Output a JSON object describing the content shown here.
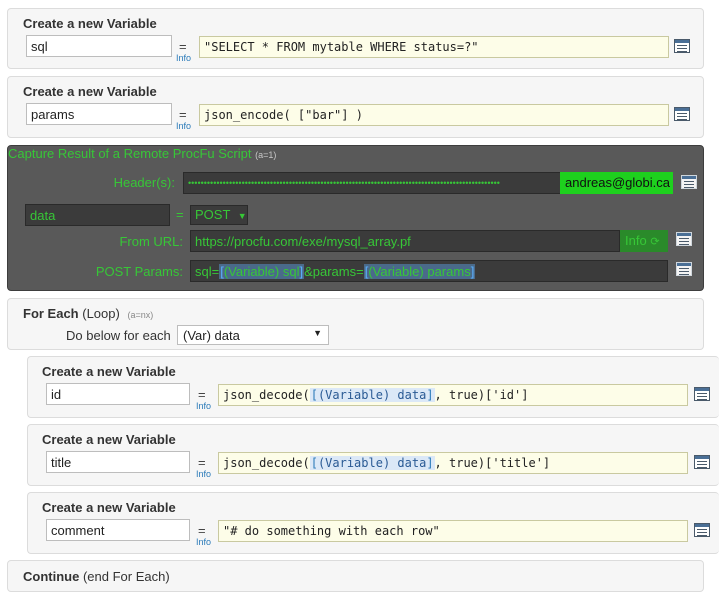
{
  "blocks": {
    "sql": {
      "title": "Create a new Variable",
      "name_value": "sql",
      "equals": "=",
      "info": "Info",
      "expr": "\"SELECT * FROM mytable WHERE status=?\""
    },
    "params": {
      "title": "Create a new Variable",
      "name_value": "params",
      "equals": "=",
      "info": "Info",
      "expr": "json_encode( [\"bar\"] )"
    },
    "capture": {
      "title": "Capture Result of a Remote ProcFu Script",
      "subtitle": "(a=1)",
      "headers_label": "Header(s):",
      "headers_masked": "•••••••••••••••••••••••••••••••••••••••••••••••••••••••••••••••••••••••••••••••••••••••••••••••••••",
      "headers_user": "andreas@globi.ca",
      "result_var": "data",
      "equals": "=",
      "method": "POST",
      "from_url_label": "From URL:",
      "from_url": "https://procfu.com/exe/mysql_array.pf",
      "info_btn": "Info",
      "post_params_label": "POST Params:",
      "post_params": {
        "p1": "sql=",
        "chip1": "(Variable) sql",
        "p2": "&params=",
        "chip2": "(Variable) params"
      }
    },
    "foreach": {
      "title": "For Each",
      "title_suffix": "(Loop)",
      "subtitle": "(a=nx)",
      "do_label": "Do below for each",
      "select_value": "(Var) data"
    },
    "id": {
      "title": "Create a new Variable",
      "name_value": "id",
      "equals": "=",
      "info": "Info",
      "expr_prefix": "json_decode(",
      "chip": "(Variable) data",
      "expr_suffix": ", true)['id']"
    },
    "title_var": {
      "title": "Create a new Variable",
      "name_value": "title",
      "equals": "=",
      "info": "Info",
      "expr_prefix": "json_decode(",
      "chip": "(Variable) data",
      "expr_suffix": ", true)['title']"
    },
    "comment": {
      "title": "Create a new Variable",
      "name_value": "comment",
      "equals": "=",
      "info": "Info",
      "expr": "\"# do something with each row\""
    },
    "continue": {
      "title": "Continue",
      "suffix": "(end For Each)"
    }
  },
  "colors": {
    "green": "#37c737",
    "dark_bg": "#595959",
    "chip_bg": "#dbe8f7",
    "expr_bg": "#fdfde8"
  },
  "icons": [
    "edit-list-icon",
    "dropdown-arrow-icon",
    "refresh-icon"
  ]
}
